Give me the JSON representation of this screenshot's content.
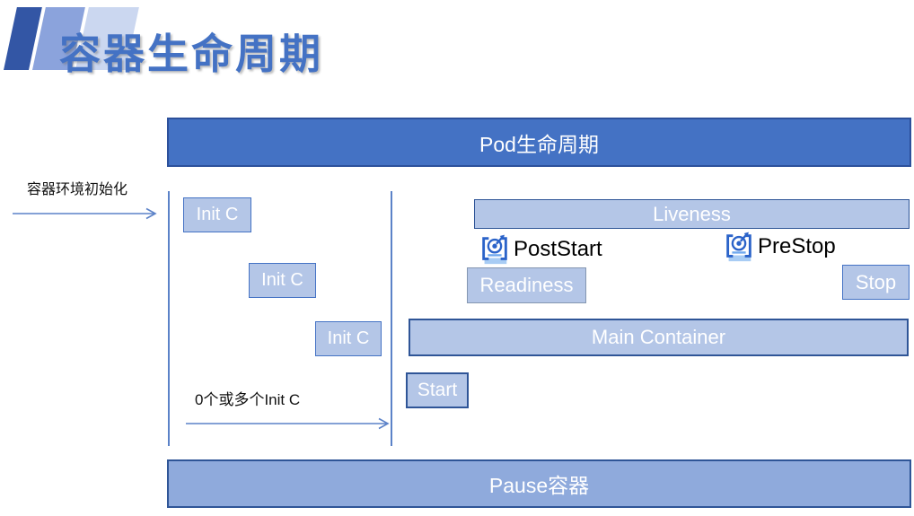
{
  "slide": {
    "title": "容器生命周期",
    "pod_banner": "Pod生命周期",
    "pause_banner": "Pause容器",
    "env_init_label": "容器环境初始化",
    "init_containers": [
      "Init C",
      "Init C",
      "Init C"
    ],
    "init_note": "0个或多个Init  C",
    "probes": {
      "liveness": "Liveness",
      "readiness": "Readiness"
    },
    "hooks": {
      "post_start": "PostStart",
      "pre_stop": "PreStop"
    },
    "main_container": "Main Container",
    "start_label": "Start",
    "stop_label": "Stop"
  },
  "icons": {
    "post_start": "target-dart-icon",
    "pre_stop": "target-dart-icon"
  },
  "colors": {
    "title_blue": "#4472C4",
    "pod_banner_fill": "#4472C4",
    "pause_banner_fill": "#8FAADC",
    "banner_border": "#2F5597",
    "box_fill": "#B4C6E7",
    "box_border": "#4472C4",
    "arrow_blue": "#4472C4",
    "deco_dark": "#3356A5",
    "deco_medium": "#8BA3DC",
    "deco_light": "#CBD7F0"
  }
}
